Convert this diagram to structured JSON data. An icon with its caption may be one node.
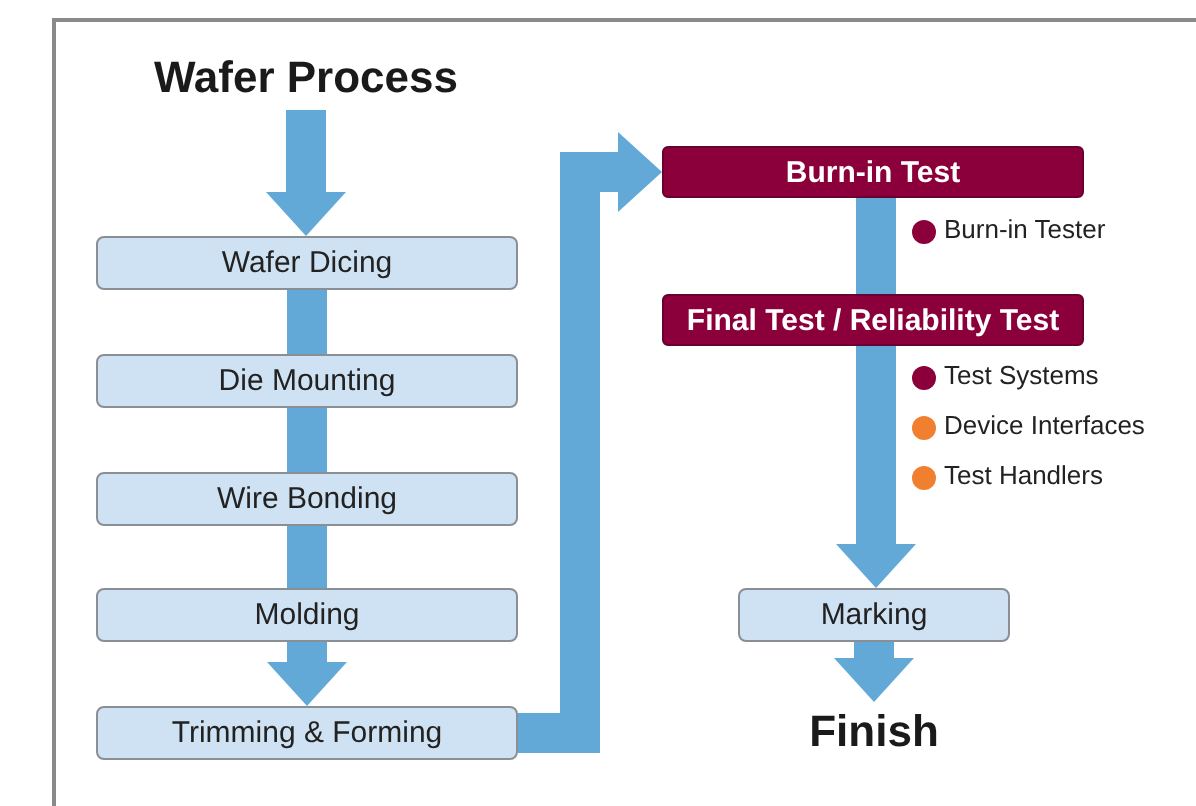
{
  "diagram": {
    "nodes": [
      {
        "text": [
          "Wafer Process"
        ]
      },
      {
        "text": [
          "Wafer Dicing"
        ]
      },
      {
        "text": [
          "Die Mounting"
        ]
      },
      {
        "text": [
          "Wire Bonding"
        ]
      },
      {
        "text": [
          "Molding"
        ]
      },
      {
        "text": [
          "Trimming & Forming"
        ]
      },
      {
        "text": [
          "Burn-in Test"
        ],
        "beside": [
          "Burn-in Tester"
        ]
      },
      {
        "text": [
          "Final Test / Reliability Test"
        ],
        "beside": [
          "Test Systems",
          "Device Interfaces",
          "Test Handlers"
        ]
      },
      {
        "text": [
          "Marking"
        ]
      },
      {
        "text": [
          "Finish"
        ]
      }
    ],
    "edges": [
      {
        "from": 0,
        "to": 1,
        "arrow": "to"
      },
      {
        "from": 1,
        "to": 2,
        "arrow": "none"
      },
      {
        "from": 2,
        "to": 3,
        "arrow": "none"
      },
      {
        "from": 3,
        "to": 4,
        "arrow": "none"
      },
      {
        "from": 4,
        "to": 5,
        "arrow": "to"
      },
      {
        "from": 5,
        "to": 6,
        "arrow": "to"
      },
      {
        "from": 6,
        "to": 7,
        "arrow": "none"
      },
      {
        "from": 7,
        "to": 8,
        "arrow": "to"
      },
      {
        "from": 8,
        "to": 9,
        "arrow": "to"
      }
    ]
  }
}
